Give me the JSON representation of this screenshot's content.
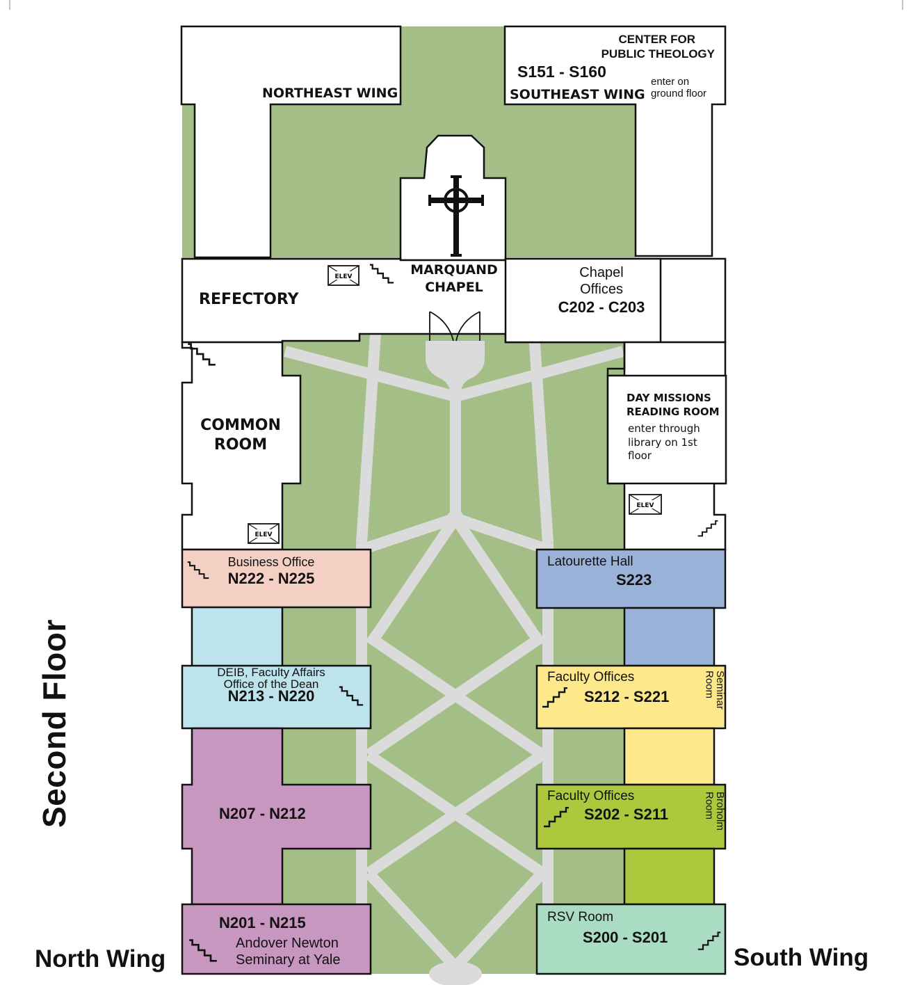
{
  "floor_title": "Second Floor",
  "wings": {
    "north": "North Wing",
    "south": "South Wing"
  },
  "colors": {
    "lawn": "#a3bf87",
    "path": "#dbdbdb",
    "business_office": "#f3cfc4",
    "deib": "#bde3ec",
    "purple": "#c897c0",
    "latourette": "#9bb2d8",
    "faculty_yellow": "#fde98a",
    "faculty_green": "#aec83e",
    "rsv": "#a9dcc2"
  },
  "icons": {
    "elevator": "ELEV",
    "stairs": "stairs-icon",
    "cross": "cross-icon"
  },
  "rooms": {
    "northeast_wing": "NORTHEAST WING",
    "center_public_theology": {
      "line1": "CENTER FOR",
      "line2": "PUBLIC THEOLOGY",
      "rooms": "S151 - S160",
      "wing": "SOUTHEAST WING",
      "note1": "enter on",
      "note2": "ground floor"
    },
    "chapel": {
      "line1": "MARQUAND",
      "line2": "CHAPEL"
    },
    "chapel_offices": {
      "line1": "Chapel",
      "line2": "Offices",
      "rooms": "C202 - C203"
    },
    "refectory": "REFECTORY",
    "common_room": {
      "line1": "COMMON",
      "line2": "ROOM"
    },
    "day_missions": {
      "line1": "DAY MISSIONS",
      "line2": "READING ROOM",
      "note1": "enter through",
      "note2": "library on 1st",
      "note3": "floor"
    },
    "business_office": {
      "name": "Business Office",
      "rooms": "N222 - N225"
    },
    "deib": {
      "line1": "DEIB, Faculty Affairs",
      "line2": "Office of the Dean",
      "rooms": "N213 - N220"
    },
    "n207": {
      "rooms": "N207 - N212"
    },
    "n201": {
      "rooms": "N201 - N215",
      "line1": "Andover Newton",
      "line2": "Seminary at Yale"
    },
    "latourette": {
      "name": "Latourette Hall",
      "rooms": "S223"
    },
    "faculty_offices_upper": {
      "name": "Faculty Offices",
      "rooms": "S212 - S221",
      "side": "Seminar Room"
    },
    "faculty_offices_lower": {
      "name": "Faculty Offices",
      "rooms": "S202 - S211",
      "side": "Broholm Room"
    },
    "rsv": {
      "name": "RSV Room",
      "rooms": "S200 - S201"
    }
  }
}
